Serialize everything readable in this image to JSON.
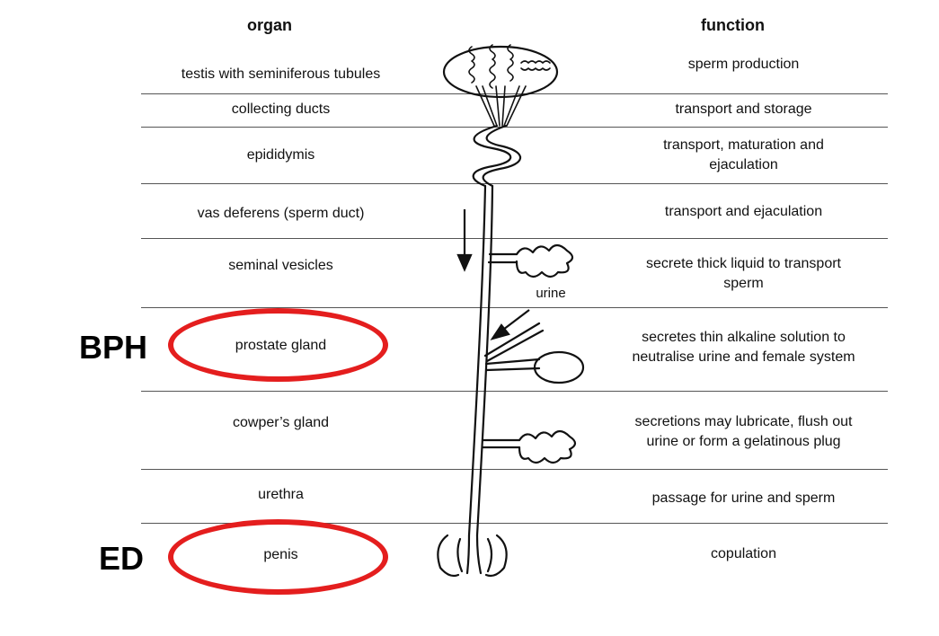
{
  "headers": {
    "organ": "organ",
    "function": "function"
  },
  "rows": [
    {
      "organ": "testis with seminiferous tubules",
      "function": "sperm production"
    },
    {
      "organ": "collecting ducts",
      "function": "transport and storage"
    },
    {
      "organ": "epididymis",
      "function": "transport, maturation and ejaculation"
    },
    {
      "organ": "vas deferens (sperm duct)",
      "function": "transport and ejaculation"
    },
    {
      "organ": "seminal vesicles",
      "function": "secrete  thick liquid to transport sperm"
    },
    {
      "organ": "prostate gland",
      "function": "secretes thin alkaline solution to neutralise urine and female system"
    },
    {
      "organ": "cowper’s gland",
      "function": "secretions may lubricate, flush out urine or form a gelatinous plug"
    },
    {
      "organ": "urethra",
      "function": "passage for urine and sperm"
    },
    {
      "organ": "penis",
      "function": "copulation"
    }
  ],
  "diagram_labels": {
    "urine": "urine"
  },
  "annotations": {
    "bph": "BPH",
    "ed": "ED"
  },
  "colors": {
    "highlight": "#e41e1e",
    "line": "#555555"
  }
}
